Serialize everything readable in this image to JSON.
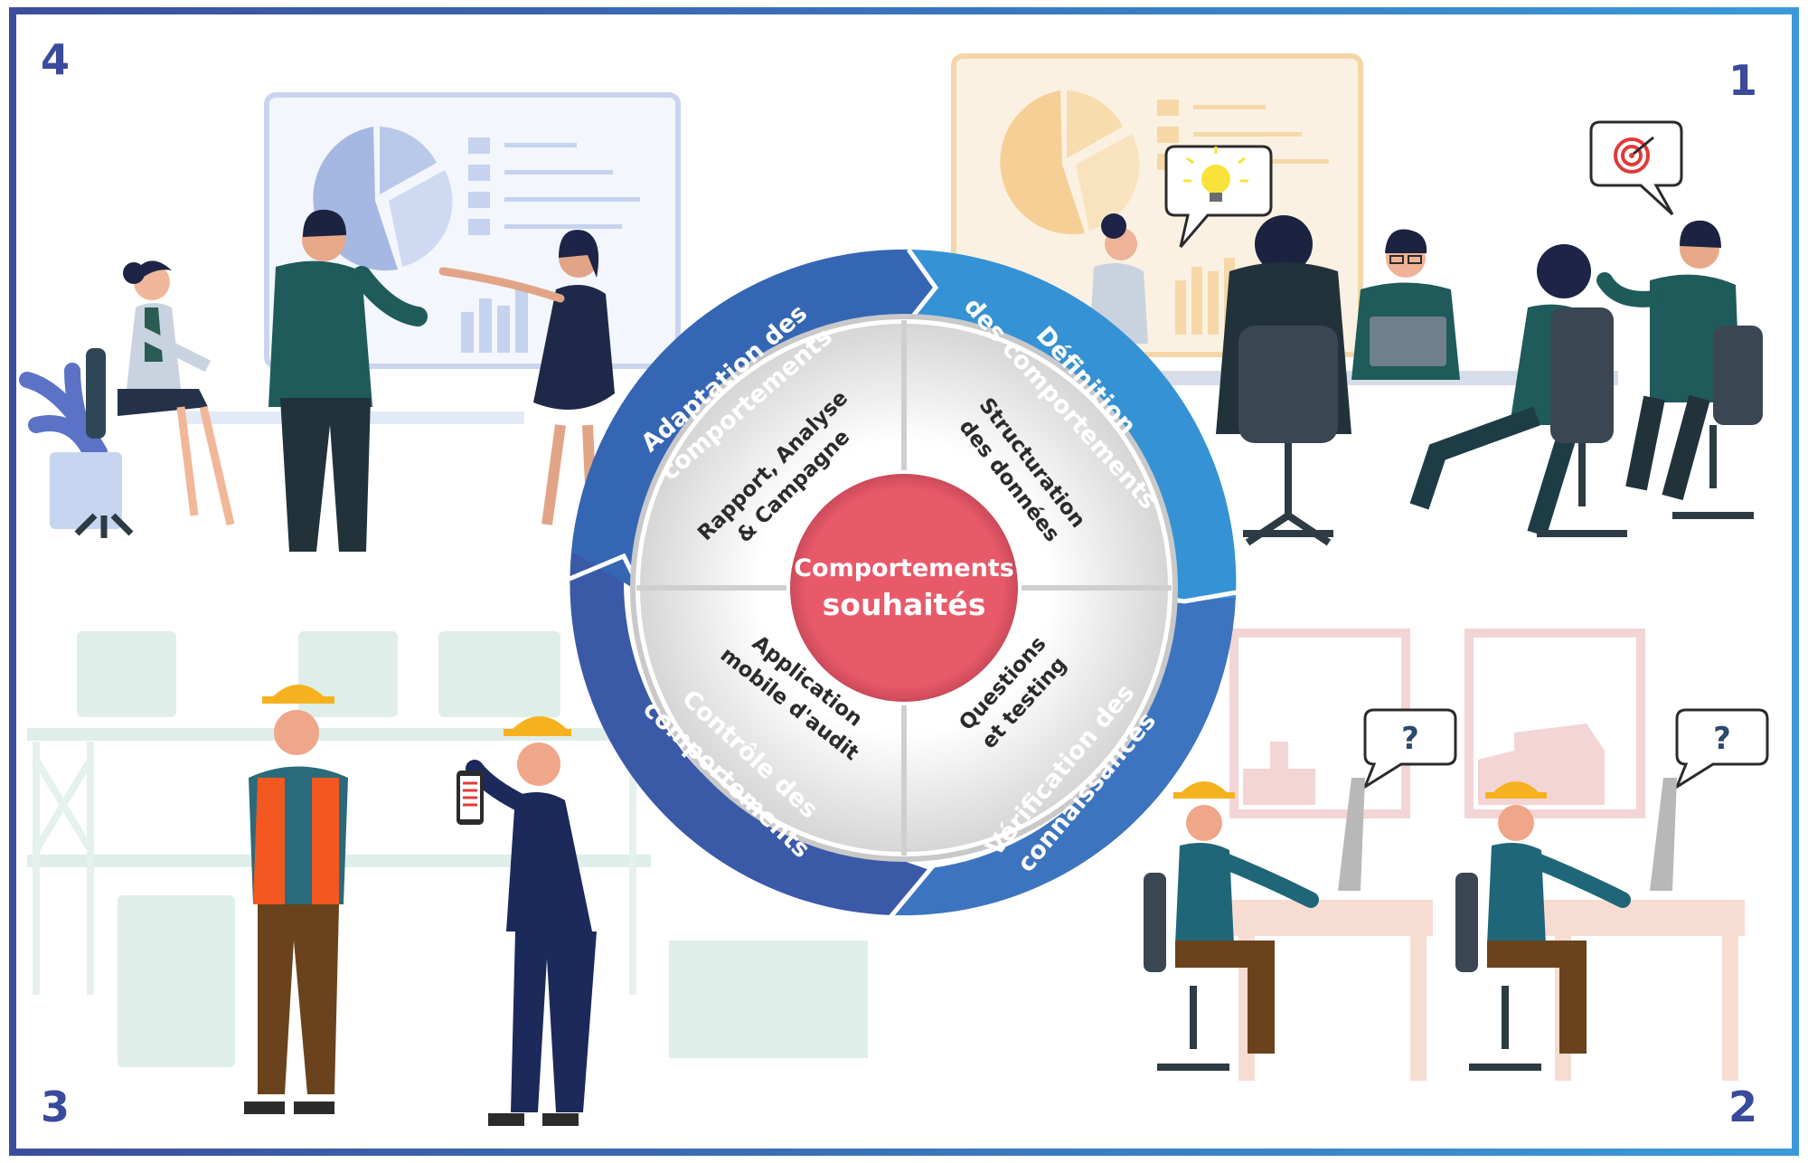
{
  "colors": {
    "frame_left": "#3b4e9e",
    "frame_right": "#3a9ad8",
    "ring_blue": "#2f7cc4",
    "ring_dark": "#3a5aa8",
    "center_red": "#e85a6a",
    "number": "#3a4a9c"
  },
  "quadrants": {
    "q1": {
      "number": "1",
      "ring_label": "Définition des comportements",
      "inner_label": "Structuration des données"
    },
    "q2": {
      "number": "2",
      "ring_label": "Vérification des connaissances",
      "inner_label": "Questions et testing"
    },
    "q3": {
      "number": "3",
      "ring_label": "Contrôle des comportements",
      "inner_label": "Application mobile d'audit"
    },
    "q4": {
      "number": "4",
      "ring_label": "Adaptation des comportements",
      "inner_label": "Rapport, Analyse & Campagne"
    }
  },
  "ring_lines": {
    "q1": [
      "Définition",
      "des comportements"
    ],
    "q2": [
      "Vérification des",
      "connaissances"
    ],
    "q3": [
      "Contrôle des",
      "comportements"
    ],
    "q4": [
      "Adaptation des",
      "comportements"
    ]
  },
  "inner_lines": {
    "q1": [
      "Structuration",
      "des données"
    ],
    "q2": [
      "Questions",
      "et testing"
    ],
    "q3": [
      "Application",
      "mobile d'audit"
    ],
    "q4": [
      "Rapport, Analyse",
      "& Campagne"
    ]
  },
  "center": {
    "line1": "Comportements",
    "line2": "souhaités"
  },
  "bubbles": {
    "q2_left": "?",
    "q2_right": "?"
  },
  "icons": [
    "lightbulb-icon",
    "target-icon",
    "question-bubble-icon"
  ]
}
